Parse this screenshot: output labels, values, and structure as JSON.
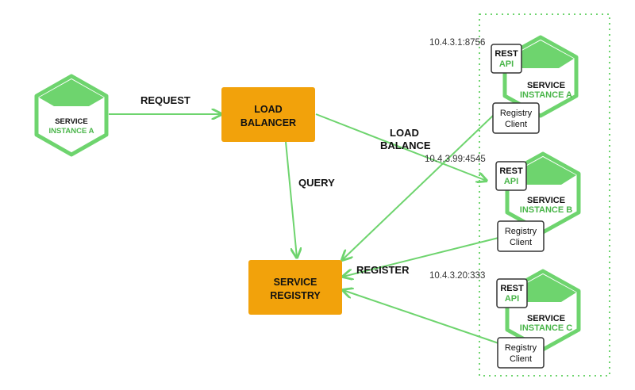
{
  "colors": {
    "green": "#6ed46e",
    "green_dark": "#49b549",
    "orange": "#f2a20b",
    "text": "#111111"
  },
  "client": {
    "line1": "SERVICE",
    "line2": "INSTANCE A"
  },
  "load_balancer": {
    "line1": "LOAD",
    "line2": "BALANCER"
  },
  "registry": {
    "line1": "SERVICE",
    "line2": "REGISTRY"
  },
  "edges": {
    "request": "REQUEST",
    "query": "QUERY",
    "load_balance_1": "LOAD",
    "load_balance_2": "BALANCE",
    "register": "REGISTER"
  },
  "instances": [
    {
      "ip": "10.4.3.1:8756",
      "rest": "REST",
      "api": "API",
      "name1": "SERVICE",
      "name2": "INSTANCE A",
      "client1": "Registry",
      "client2": "Client"
    },
    {
      "ip": "10.4.3.99:4545",
      "rest": "REST",
      "api": "API",
      "name1": "SERVICE",
      "name2": "INSTANCE B",
      "client1": "Registry",
      "client2": "Client"
    },
    {
      "ip": "10.4.3.20:333",
      "rest": "REST",
      "api": "API",
      "name1": "SERVICE",
      "name2": "INSTANCE C",
      "client1": "Registry",
      "client2": "Client"
    }
  ]
}
